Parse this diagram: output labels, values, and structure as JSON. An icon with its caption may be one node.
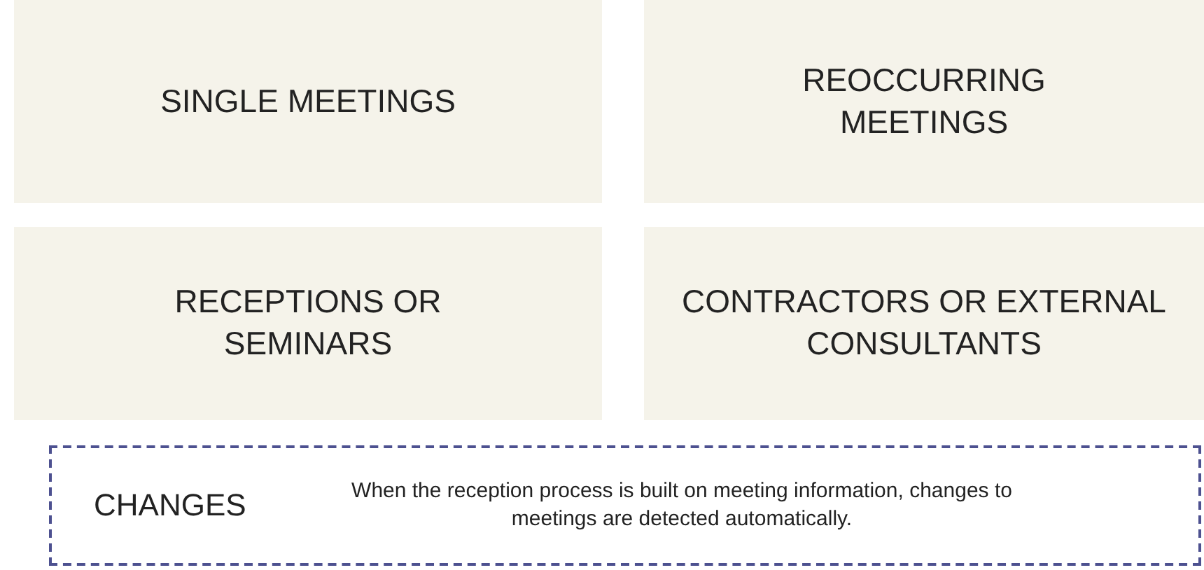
{
  "diagram": {
    "nodes": [
      {
        "text": [
          "SINGLE MEETINGS"
        ]
      },
      {
        "text": [
          "REOCCURRING MEETINGS"
        ]
      },
      {
        "text": [
          "RECEPTIONS OR SEMINARS"
        ]
      },
      {
        "text": [
          "CONTRACTORS OR EXTERNAL CONSULTANTS"
        ]
      },
      {
        "text": [
          "CHANGES",
          "When the reception process is built on meeting information, changes to meetings are detected automatically."
        ]
      }
    ]
  }
}
